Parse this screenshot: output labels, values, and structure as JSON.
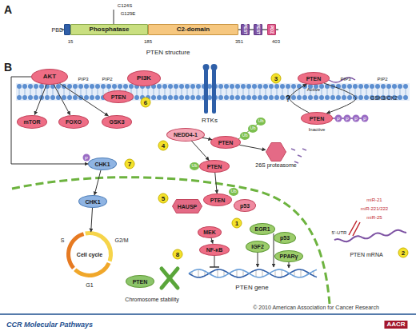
{
  "diagram": {
    "nodes": [
      {
        "text": [
          "PBD"
        ]
      },
      {
        "text": [
          "Phosphatase"
        ]
      },
      {
        "text": [
          "C2-domain"
        ]
      },
      {
        "text": [
          "PEST"
        ]
      },
      {
        "text": [
          "PEST"
        ]
      },
      {
        "text": [
          "PDZ"
        ]
      },
      {
        "text": [
          "AKT"
        ]
      },
      {
        "text": [
          "PI3K"
        ]
      },
      {
        "text": [
          "PTEN"
        ]
      },
      {
        "text": [
          "mTOR"
        ]
      },
      {
        "text": [
          "FOXO"
        ]
      },
      {
        "text": [
          "GSK3"
        ]
      },
      {
        "text": [
          "PTEN"
        ]
      },
      {
        "text": [
          "PTEN"
        ]
      },
      {
        "text": [
          "NEDD4-1"
        ]
      },
      {
        "text": [
          "PTEN"
        ]
      },
      {
        "text": [
          "26S proteasome"
        ]
      },
      {
        "text": [
          "PTEN"
        ]
      },
      {
        "text": [
          "CHK1"
        ]
      },
      {
        "text": [
          "HAUSP"
        ]
      },
      {
        "text": [
          "PTEN"
        ]
      },
      {
        "text": [
          "p53"
        ]
      },
      {
        "text": [
          "CHK1"
        ]
      },
      {
        "text": [
          "MEK"
        ]
      },
      {
        "text": [
          "NF-κB"
        ]
      },
      {
        "text": [
          "EGR1"
        ]
      },
      {
        "text": [
          "p53"
        ]
      },
      {
        "text": [
          "IGF2"
        ]
      },
      {
        "text": [
          "PPARγ"
        ]
      },
      {
        "text": [
          "Cell cycle"
        ]
      },
      {
        "text": [
          "PTEN"
        ]
      }
    ],
    "edges": [
      {
        "from": 6,
        "to": 9,
        "arrow": "to"
      },
      {
        "from": 6,
        "to": 10,
        "arrow": "to"
      },
      {
        "from": 6,
        "to": 11,
        "arrow": "to"
      },
      {
        "from": 6,
        "to": 18,
        "arrow": "to"
      },
      {
        "from": 18,
        "to": 22,
        "arrow": "to"
      },
      {
        "from": 22,
        "to": 29,
        "arrow": "to"
      },
      {
        "from": 12,
        "to": 13,
        "arrow": "to"
      },
      {
        "from": 13,
        "to": 12,
        "arrow": "to"
      },
      {
        "from": 14,
        "to": 15,
        "arrow": "to"
      },
      {
        "from": 14,
        "to": 17,
        "arrow": "to"
      },
      {
        "from": 15,
        "to": 16,
        "arrow": "to"
      },
      {
        "from": 17,
        "to": 20,
        "arrow": "to"
      },
      {
        "from": 23,
        "to": 24,
        "arrow": "to"
      }
    ],
    "labels": [
      "A",
      "C124S",
      "G129E",
      "15",
      "185",
      "351",
      "403",
      "PTEN structure",
      "B",
      "PIP3",
      "PIP2",
      "6",
      "RTKs",
      "3",
      "Active",
      "P",
      "P",
      "P",
      "P",
      "Inactive",
      "GSK3/CK2",
      "?",
      "PIP3",
      "PIP2",
      "4",
      "Ub",
      "Ub",
      "Ub",
      "Ub",
      "7",
      "P",
      "5",
      "Ub",
      "miR-21",
      "miR-221/222",
      "miR-25",
      "5'-UTR",
      "PTEN mRNA",
      "2",
      "1",
      "PTEN gene",
      "S",
      "G2/M",
      "G1",
      "8",
      "Chromosome stability",
      "© 2010 American Association for Cancer Research",
      "CCR Molecular Pathways",
      "AACR"
    ]
  }
}
